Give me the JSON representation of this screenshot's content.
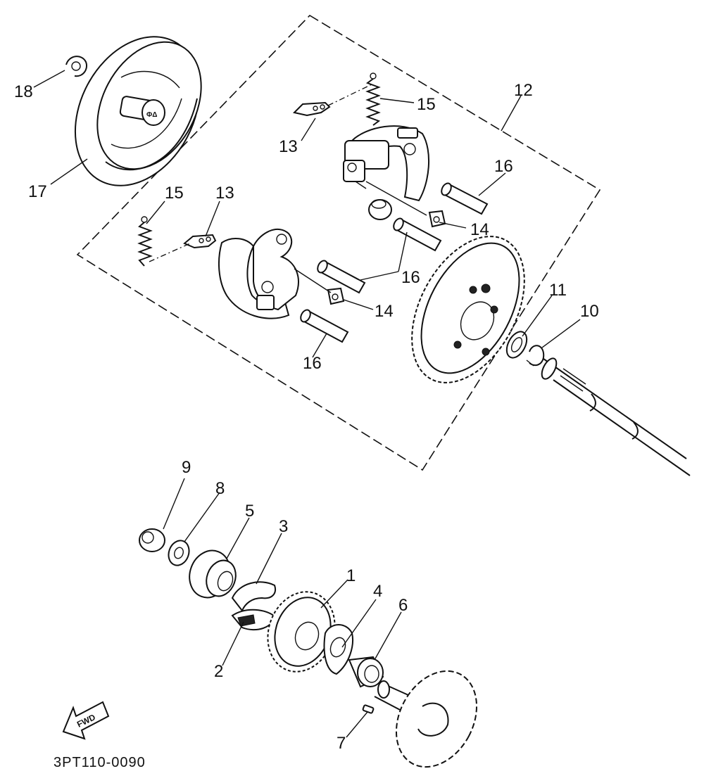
{
  "diagram": {
    "code": "3PT110-0090",
    "fwd_label": "FWD",
    "callouts": [
      {
        "id": "c18",
        "text": "18"
      },
      {
        "id": "c17",
        "text": "17"
      },
      {
        "id": "c15a",
        "text": "15"
      },
      {
        "id": "c13a",
        "text": "13"
      },
      {
        "id": "c12",
        "text": "12"
      },
      {
        "id": "c16a",
        "text": "16"
      },
      {
        "id": "c14a",
        "text": "14"
      },
      {
        "id": "c15b",
        "text": "15"
      },
      {
        "id": "c13b",
        "text": "13"
      },
      {
        "id": "c16b",
        "text": "16"
      },
      {
        "id": "c14b",
        "text": "14"
      },
      {
        "id": "c16c",
        "text": "16"
      },
      {
        "id": "c11",
        "text": "11"
      },
      {
        "id": "c10",
        "text": "10"
      },
      {
        "id": "c9",
        "text": "9"
      },
      {
        "id": "c8",
        "text": "8"
      },
      {
        "id": "c5",
        "text": "5"
      },
      {
        "id": "c3",
        "text": "3"
      },
      {
        "id": "c1",
        "text": "1"
      },
      {
        "id": "c4",
        "text": "4"
      },
      {
        "id": "c6",
        "text": "6"
      },
      {
        "id": "c2",
        "text": "2"
      },
      {
        "id": "c7",
        "text": "7"
      }
    ]
  }
}
